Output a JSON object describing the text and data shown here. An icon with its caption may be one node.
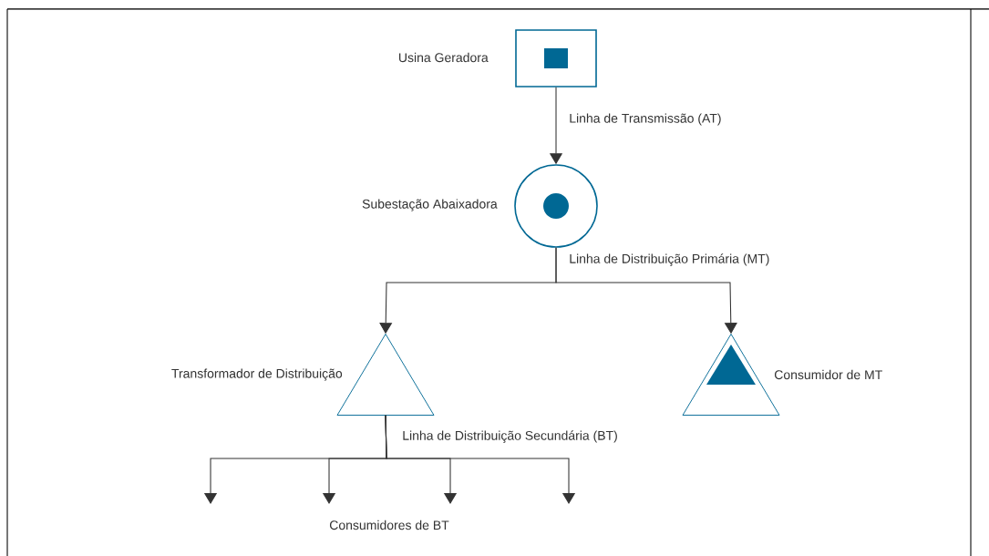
{
  "diagram": {
    "nodes": [
      {
        "text": [
          "Usina Geradora"
        ]
      },
      {
        "text": [
          "Subestação Abaixadora"
        ]
      },
      {
        "text": [
          "Transformador de Distribuição"
        ]
      },
      {
        "text": [
          "Consumidor de MT"
        ]
      }
    ],
    "edges": [
      {
        "from": 0,
        "to": 1,
        "arrow": "to",
        "label": "Linha de Transmissão (AT)"
      },
      {
        "from": 1,
        "to": 2,
        "arrow": "to",
        "label": "Linha de Distribuição Primária (MT)"
      },
      {
        "from": 1,
        "to": 3,
        "arrow": "to"
      },
      {
        "from": 2,
        "to": null,
        "arrow": "to",
        "label": "Linha de Distribuição Secundária (BT)"
      },
      {
        "from": 2,
        "to": null,
        "arrow": "to"
      },
      {
        "from": 2,
        "to": null,
        "arrow": "to"
      },
      {
        "from": 2,
        "to": null,
        "arrow": "to"
      }
    ],
    "labels": [
      "Consumidores de BT"
    ]
  }
}
